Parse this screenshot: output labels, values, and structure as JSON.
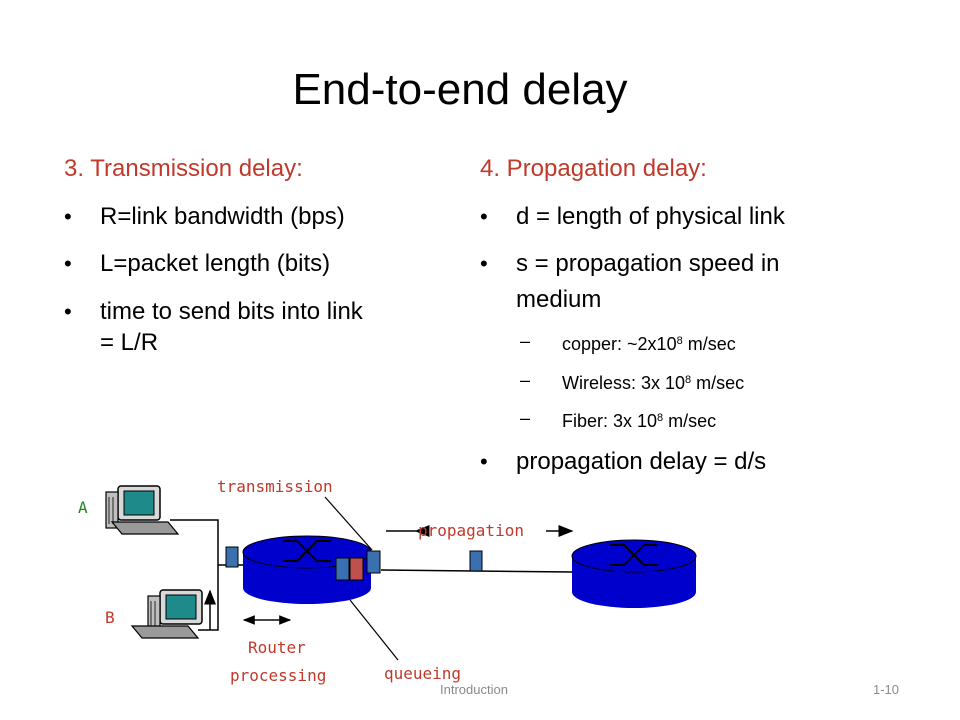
{
  "slide": {
    "title": "End-to-end delay",
    "left": {
      "heading": "3. Transmission delay:",
      "bullets": [
        "R=link bandwidth (bps)",
        "L=packet length (bits)",
        "time to send bits into link",
        "= L/R"
      ]
    },
    "right": {
      "heading": "4. Propagation delay:",
      "bullets": [
        "d = length of physical link",
        "s = propagation speed in",
        "medium",
        "propagation delay = d/s"
      ],
      "subbullets": [
        {
          "pre": "copper: ~2x10",
          "exp": "8",
          "post": " m/sec"
        },
        {
          "pre": "Wireless: 3x 10",
          "exp": "8",
          "post": " m/sec"
        },
        {
          "pre": "Fiber: 3x 10",
          "exp": "8",
          "post": " m/sec"
        }
      ],
      "dash": "–",
      "bullet_glyph": "•"
    },
    "diagram": {
      "label_transmission": "transmission",
      "label_propagation": "propagation",
      "label_router_1": "Router",
      "label_router_2": "processing",
      "label_queueing": "queueing",
      "host_a": "A",
      "host_b": "B"
    },
    "footer": {
      "center": "Introduction",
      "page": "1-10"
    },
    "colors": {
      "heading": "#c0392b",
      "router": "#0000cc",
      "packet": "#3a6fb0",
      "packet_queued": "#c0504d"
    }
  }
}
